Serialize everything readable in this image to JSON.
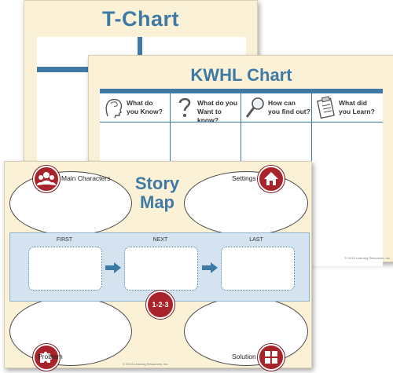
{
  "tchart": {
    "title": "T-Chart"
  },
  "kwhl": {
    "title": "KWHL Chart",
    "columns": [
      {
        "line1": "What do",
        "line2": "you Know?",
        "icon": "head-icon"
      },
      {
        "line1": "What do you",
        "line2": "Want to know?",
        "icon": "question-icon"
      },
      {
        "line1": "How can",
        "line2": "you find out?",
        "icon": "magnifier-icon"
      },
      {
        "line1": "What did",
        "line2": "you Learn?",
        "icon": "clipboard-icon"
      }
    ],
    "copyright": "© 2013 Learning Resources, Inc."
  },
  "story": {
    "title_line1": "Story",
    "title_line2": "Map",
    "main_characters": "Main Characters",
    "settings": "Settings",
    "problem": "Problem",
    "solution": "Solution",
    "first": "FIRST",
    "next": "NEXT",
    "last": "LAST",
    "badge_123": "1-2-3",
    "copyright": "© 2013 Learning Resources, Inc."
  },
  "colors": {
    "accent_blue": "#3f7aa6",
    "badge_red": "#a8232a",
    "paper": "#fbf1d6",
    "band": "#d4e3ef"
  }
}
